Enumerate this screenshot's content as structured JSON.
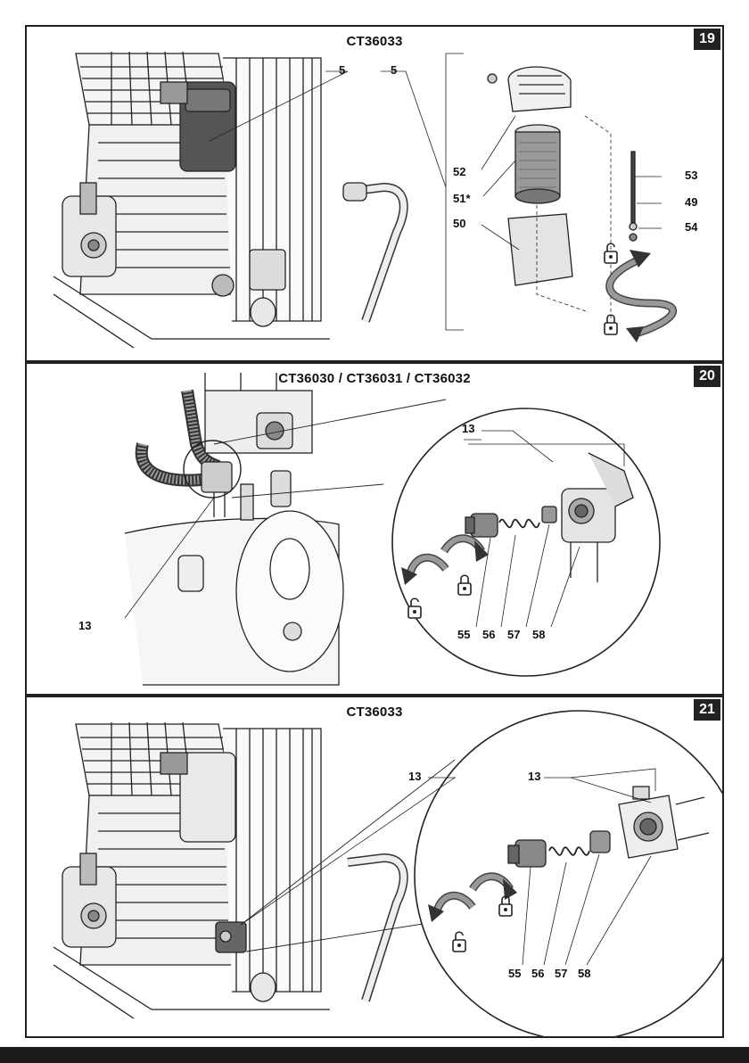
{
  "figures": [
    {
      "number": "19",
      "model": "CT36033",
      "callouts": [
        "5",
        "5",
        "52",
        "51*",
        "50",
        "53",
        "49",
        "54"
      ]
    },
    {
      "number": "20",
      "model": "CT36030 / CT36031 / CT36032",
      "callouts": [
        "13",
        "13",
        "55",
        "56",
        "57",
        "58"
      ]
    },
    {
      "number": "21",
      "model": "CT36033",
      "callouts": [
        "13",
        "13",
        "55",
        "56",
        "57",
        "58"
      ]
    }
  ],
  "icons": [
    "unlock-icon",
    "lock-icon",
    "rotate-arrow-icon"
  ]
}
